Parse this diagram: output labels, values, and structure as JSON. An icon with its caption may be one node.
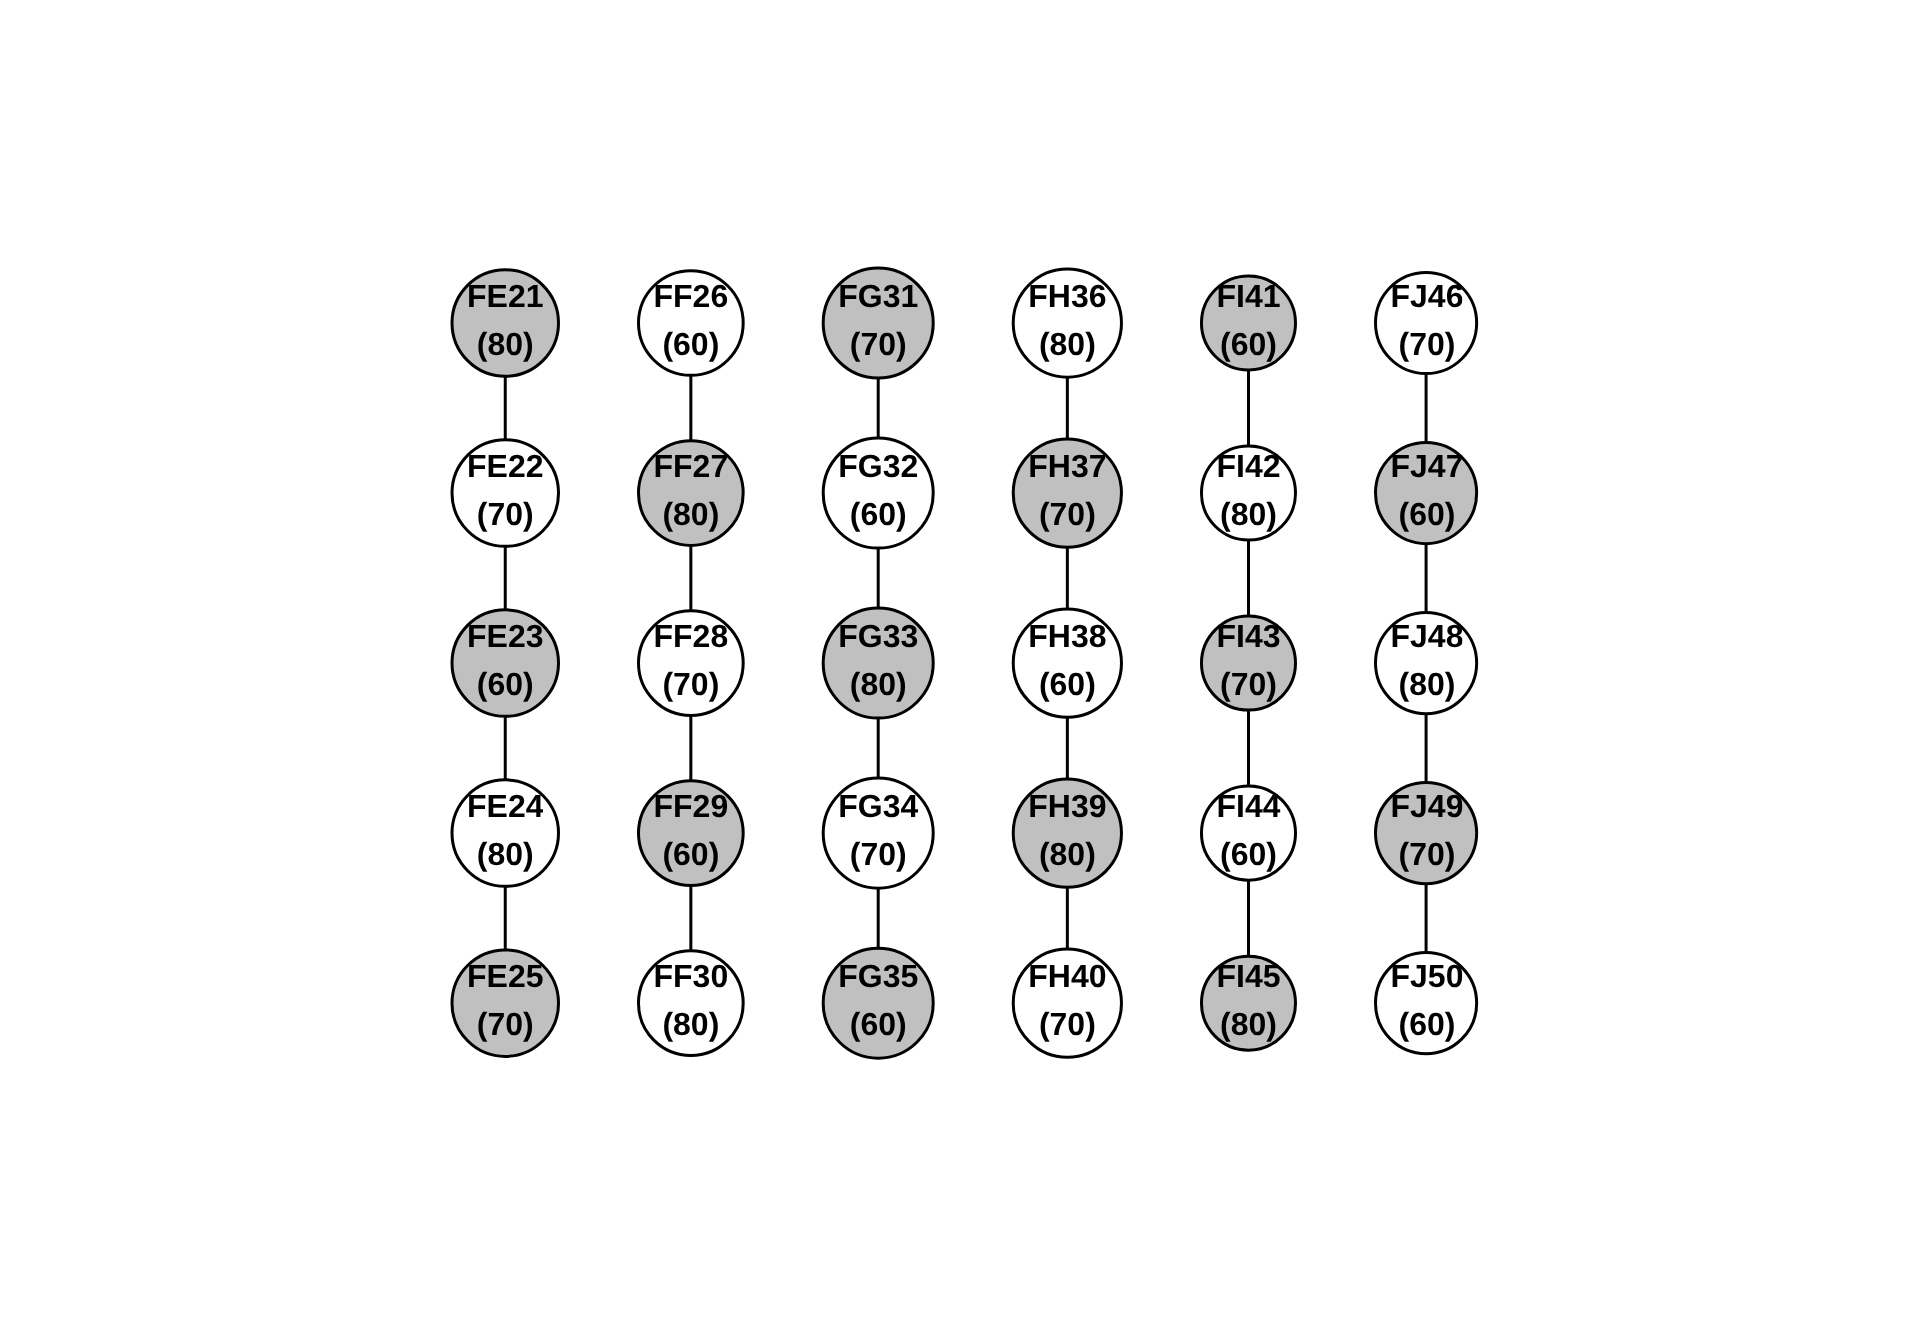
{
  "diagram": {
    "nodes": [
      {
        "text": [
          "FE21",
          "(80)"
        ]
      },
      {
        "text": [
          "FE22",
          "(70)"
        ]
      },
      {
        "text": [
          "FE23",
          "(60)"
        ]
      },
      {
        "text": [
          "FE24",
          "(80)"
        ]
      },
      {
        "text": [
          "FE25",
          "(70)"
        ]
      },
      {
        "text": [
          "FF26",
          "(60)"
        ]
      },
      {
        "text": [
          "FF27",
          "(80)"
        ]
      },
      {
        "text": [
          "FF28",
          "(70)"
        ]
      },
      {
        "text": [
          "FF29",
          "(60)"
        ]
      },
      {
        "text": [
          "FF30",
          "(80)"
        ]
      },
      {
        "text": [
          "FG31",
          "(70)"
        ]
      },
      {
        "text": [
          "FG32",
          "(60)"
        ]
      },
      {
        "text": [
          "FG33",
          "(80)"
        ]
      },
      {
        "text": [
          "FG34",
          "(70)"
        ]
      },
      {
        "text": [
          "FG35",
          "(60)"
        ]
      },
      {
        "text": [
          "FH36",
          "(80)"
        ]
      },
      {
        "text": [
          "FH37",
          "(70)"
        ]
      },
      {
        "text": [
          "FH38",
          "(60)"
        ]
      },
      {
        "text": [
          "FH39",
          "(80)"
        ]
      },
      {
        "text": [
          "FH40",
          "(70)"
        ]
      },
      {
        "text": [
          "FI41",
          "(60)"
        ]
      },
      {
        "text": [
          "FI42",
          "(80)"
        ]
      },
      {
        "text": [
          "FI43",
          "(70)"
        ]
      },
      {
        "text": [
          "FI44",
          "(60)"
        ]
      },
      {
        "text": [
          "FI45",
          "(80)"
        ]
      },
      {
        "text": [
          "FJ46",
          "(70)"
        ]
      },
      {
        "text": [
          "FJ47",
          "(60)"
        ]
      },
      {
        "text": [
          "FJ48",
          "(80)"
        ]
      },
      {
        "text": [
          "FJ49",
          "(70)"
        ]
      },
      {
        "text": [
          "FJ50",
          "(60)"
        ]
      }
    ],
    "edges": [
      {
        "from": 0,
        "to": 1,
        "arrow": "none"
      },
      {
        "from": 1,
        "to": 2,
        "arrow": "none"
      },
      {
        "from": 2,
        "to": 3,
        "arrow": "none"
      },
      {
        "from": 3,
        "to": 4,
        "arrow": "none"
      },
      {
        "from": 5,
        "to": 6,
        "arrow": "none"
      },
      {
        "from": 6,
        "to": 7,
        "arrow": "none"
      },
      {
        "from": 7,
        "to": 8,
        "arrow": "none"
      },
      {
        "from": 8,
        "to": 9,
        "arrow": "none"
      },
      {
        "from": 10,
        "to": 11,
        "arrow": "none"
      },
      {
        "from": 11,
        "to": 12,
        "arrow": "none"
      },
      {
        "from": 12,
        "to": 13,
        "arrow": "none"
      },
      {
        "from": 13,
        "to": 14,
        "arrow": "none"
      },
      {
        "from": 15,
        "to": 16,
        "arrow": "none"
      },
      {
        "from": 16,
        "to": 17,
        "arrow": "none"
      },
      {
        "from": 17,
        "to": 18,
        "arrow": "none"
      },
      {
        "from": 18,
        "to": 19,
        "arrow": "none"
      },
      {
        "from": 20,
        "to": 21,
        "arrow": "none"
      },
      {
        "from": 21,
        "to": 22,
        "arrow": "none"
      },
      {
        "from": 22,
        "to": 23,
        "arrow": "none"
      },
      {
        "from": 23,
        "to": 24,
        "arrow": "none"
      },
      {
        "from": 25,
        "to": 26,
        "arrow": "none"
      },
      {
        "from": 26,
        "to": 27,
        "arrow": "none"
      },
      {
        "from": 27,
        "to": 28,
        "arrow": "none"
      },
      {
        "from": 28,
        "to": 29,
        "arrow": "none"
      }
    ]
  }
}
